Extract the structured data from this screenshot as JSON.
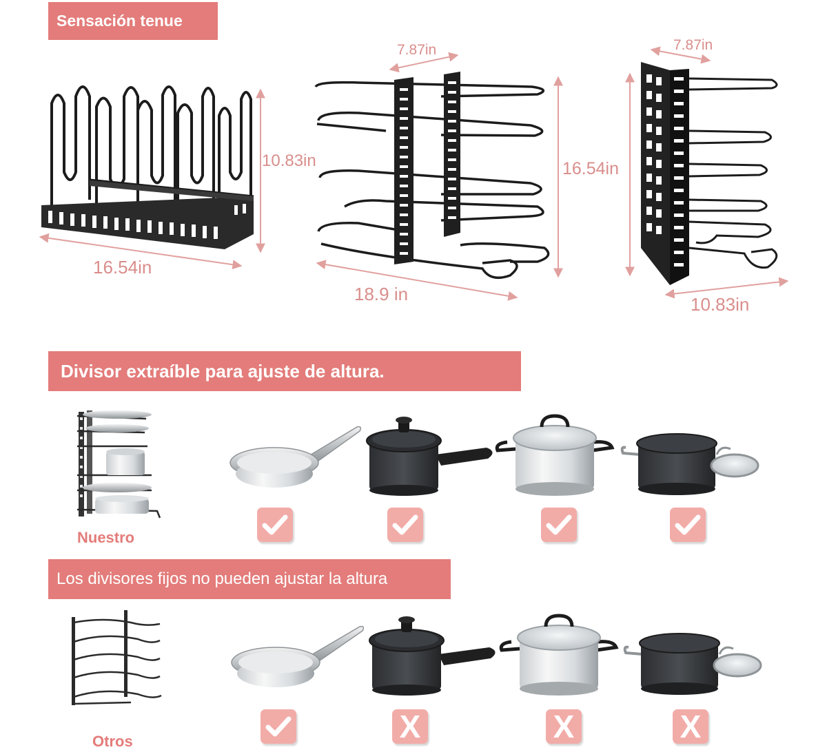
{
  "banners": {
    "top": "Sensación tenue",
    "adjustable": "Divisor extraíble para ajuste de altura.",
    "fixed": "Los divisores fijos no pueden ajustar la altura"
  },
  "dimensions": {
    "rack_1_height": "10.83in",
    "rack_1_width": "16.54in",
    "rack_2_depth": "7.87in",
    "rack_2_height": "16.54in",
    "rack_2_width": "18.9 in",
    "rack_3_depth": "7.87in",
    "rack_3_width": "10.83in"
  },
  "captions": {
    "ours": "Nuestro",
    "others": "Otros"
  },
  "compatibility": {
    "ours": [
      "check",
      "check",
      "check",
      "check"
    ],
    "others": [
      "check",
      "x",
      "x",
      "x"
    ],
    "x_letter": "X"
  },
  "colors": {
    "banner": "#e37c7a",
    "dimension_text": "#d98e8c",
    "mark_tile": "#f2aca8",
    "metal": "#222222"
  },
  "icons": [
    "check-icon",
    "x-icon",
    "frying-pan-icon",
    "saucepan-icon",
    "stockpot-icon",
    "dutch-oven-icon"
  ]
}
